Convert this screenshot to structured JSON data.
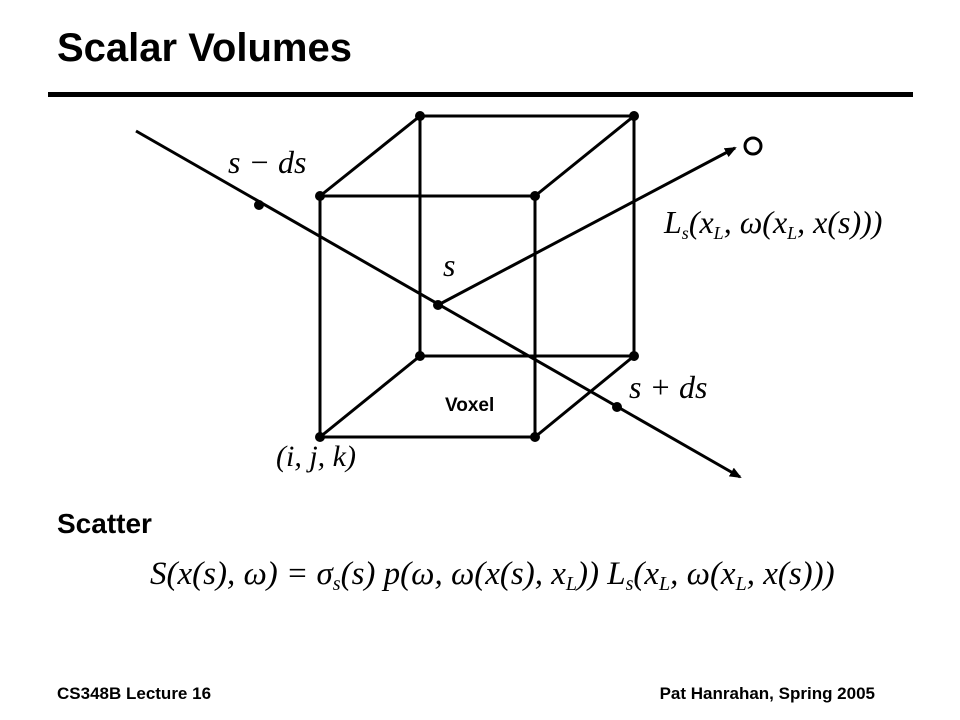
{
  "slide": {
    "title": "Scalar Volumes",
    "section_heading": "Scatter",
    "footer_left": "CS348B Lecture 16",
    "footer_right": "Pat Hanrahan, Spring 2005"
  },
  "diagram": {
    "labels": {
      "s_minus_ds": "s − ds",
      "s": "s",
      "s_plus_ds": "s + ds",
      "light_radiance_main": "L",
      "light_radiance_sub": "s",
      "light_radiance_args": "(x",
      "light_radiance_args2": "L",
      "light_radiance_args3": ", ω(x",
      "light_radiance_args4": "L",
      "light_radiance_args5": ", x(s)))",
      "voxel": "Voxel",
      "ijk": "(i, j, k)"
    }
  },
  "equation": {
    "lhs": "S(x(s), ω) = ",
    "sigma": "σ",
    "sigma_sub": "s",
    "p1": "(s) p(ω, ω(x(s), x",
    "p1_sub": "L",
    "p2": ")) L",
    "p2_sub": "s",
    "p3": "(x",
    "p3_sub": "L",
    "p4": ", ω(x",
    "p4_sub": "L",
    "p5": ", x(s)))"
  }
}
